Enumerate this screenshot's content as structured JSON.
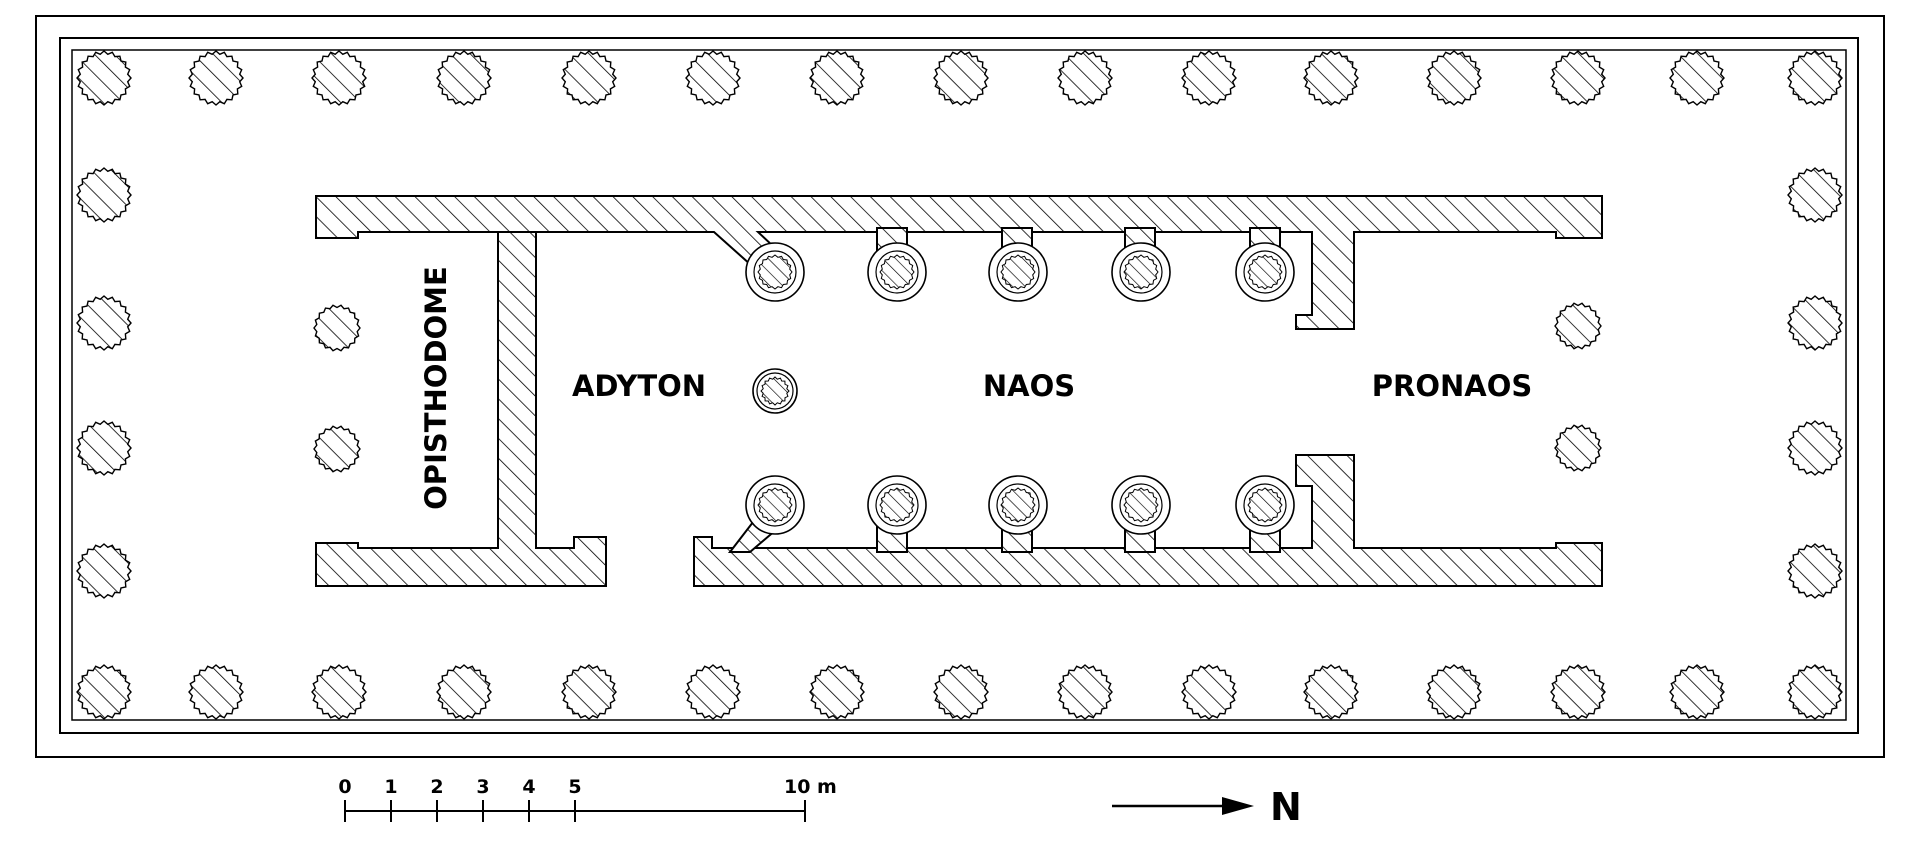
{
  "rooms": {
    "opisthodome": "OPISTHODOME",
    "adyton": "ADYTON",
    "naos": "NAOS",
    "pronaos": "PRONAOS"
  },
  "scale": {
    "ticks": [
      "0",
      "1",
      "2",
      "3",
      "4",
      "5"
    ],
    "end_label": "10 m"
  },
  "north": {
    "label": "N"
  },
  "colors": {
    "line": "#000000",
    "background": "#ffffff"
  }
}
